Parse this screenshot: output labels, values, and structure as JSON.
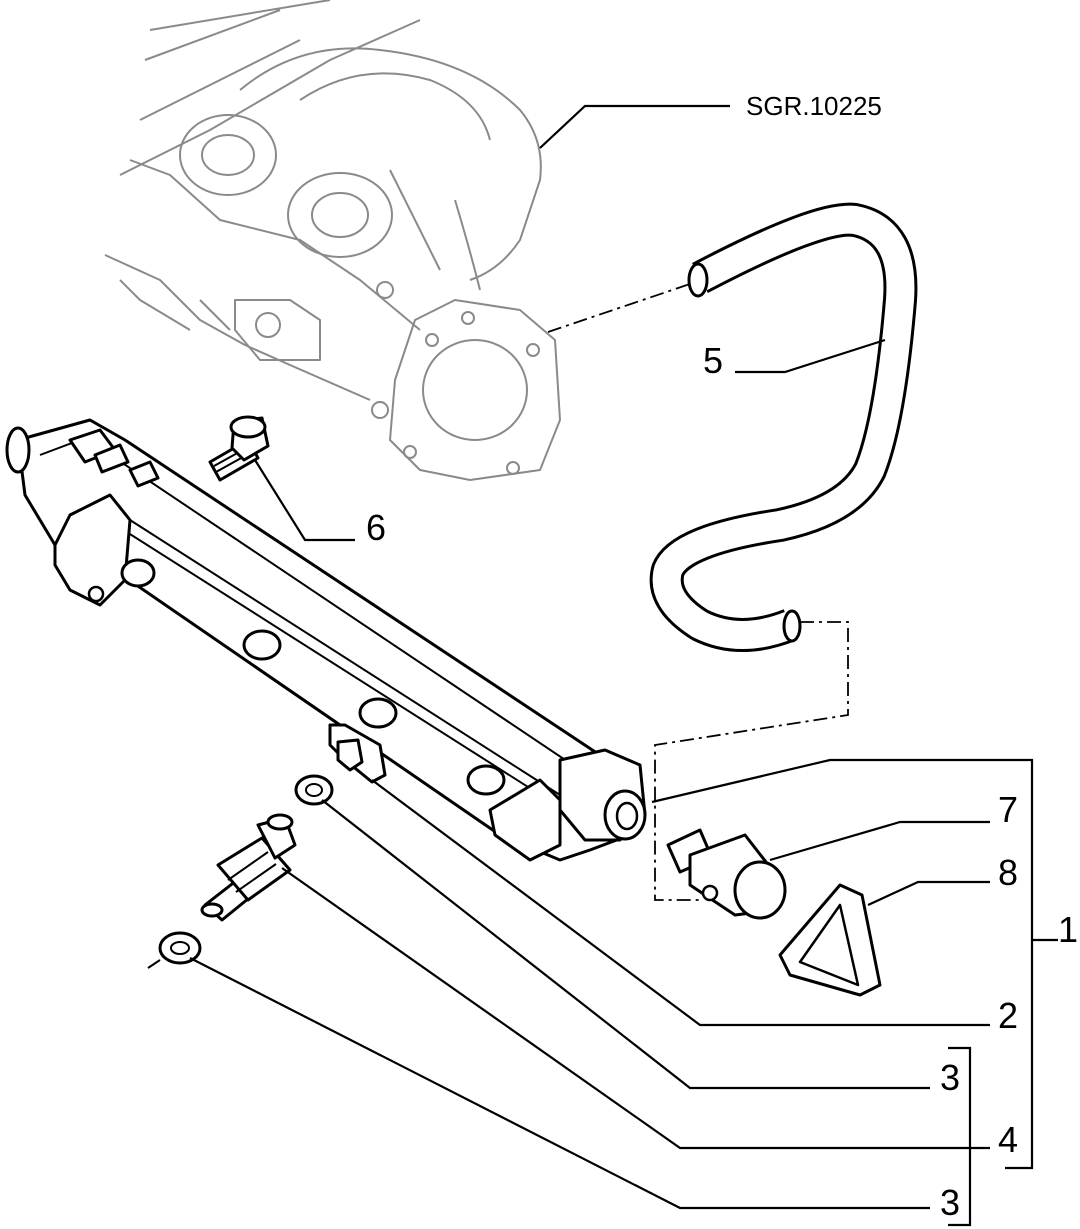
{
  "diagram": {
    "reference_code": "SGR.10225",
    "labels": {
      "assembly": "1",
      "bracket": "2",
      "seal_upper": "3",
      "injector": "4",
      "seal_lower": "3",
      "hose": "5",
      "bolt": "6",
      "regulator": "7",
      "clip": "8"
    }
  }
}
